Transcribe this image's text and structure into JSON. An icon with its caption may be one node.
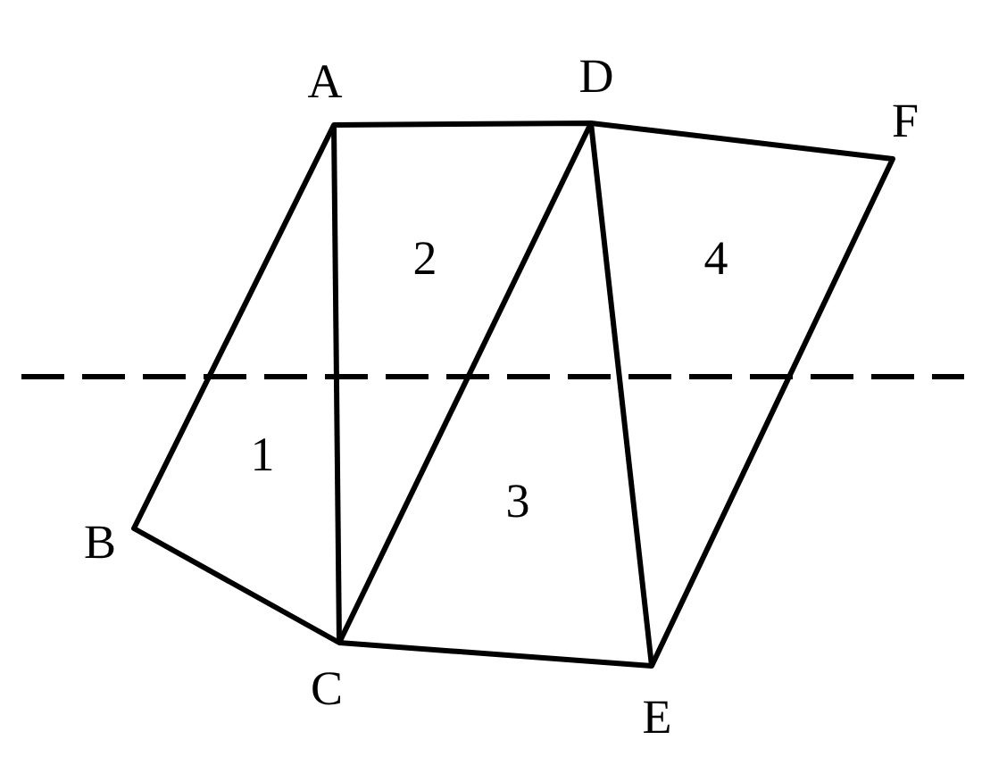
{
  "diagram": {
    "labels": [
      "A",
      "D",
      "F",
      "2",
      "4",
      "1",
      "3",
      "B",
      "C",
      "E"
    ]
  }
}
